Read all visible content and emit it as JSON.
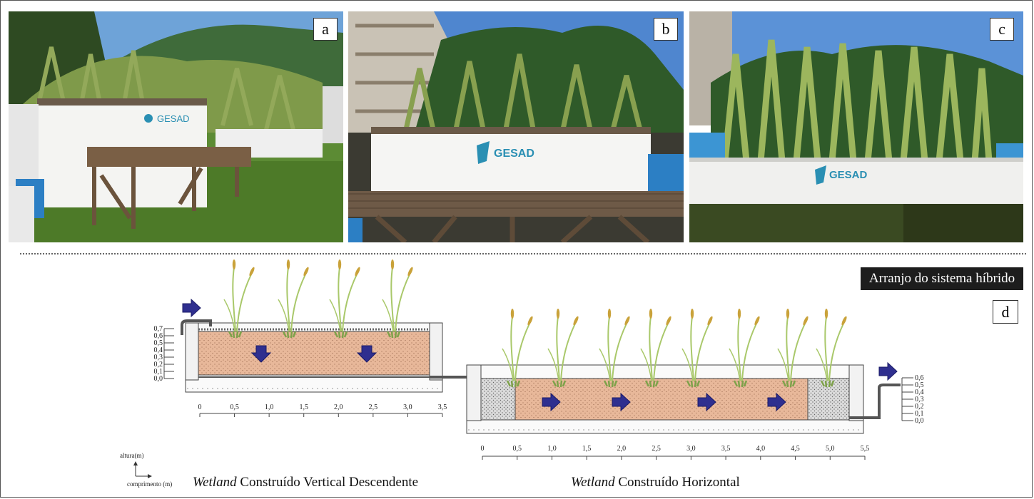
{
  "panels": {
    "a": {
      "letter": "a",
      "logo_text": "GESAD"
    },
    "b": {
      "letter": "b",
      "logo_text": "GESAD"
    },
    "c": {
      "letter": "c",
      "logo_text": "GESAD"
    },
    "d": {
      "letter": "d"
    }
  },
  "arrangement_label": "Arranjo do sistema híbrido",
  "vertical": {
    "caption_italic": "Wetland",
    "caption_rest": " Construído Vertical Descendente",
    "height_ticks": [
      "0,7",
      "0,6",
      "0,5",
      "0,4",
      "0,3",
      "0,2",
      "0,1",
      "0,0"
    ],
    "length_ticks": [
      "0",
      "0,5",
      "1,0",
      "1,5",
      "2,0",
      "2,5",
      "3,0",
      "3,5"
    ]
  },
  "horizontal": {
    "caption_italic": "Wetland",
    "caption_rest": " Construído Horizontal",
    "height_ticks": [
      "0,6",
      "0,5",
      "0,4",
      "0,3",
      "0,2",
      "0,1",
      "0,0"
    ],
    "length_ticks": [
      "0",
      "0,5",
      "1,0",
      "1,5",
      "2,0",
      "2,5",
      "3,0",
      "3,5",
      "4,0",
      "4,5",
      "5,0",
      "5,5"
    ]
  },
  "axes_legend": {
    "y_label": "altura(m)",
    "x_label": "comprimento (m)"
  },
  "colors": {
    "flow_arrow": "#2f2f8f",
    "substrate": "#e8b89a",
    "gravel": "#d9d9d9",
    "plant_stem": "#a9c86a",
    "plant_head": "#c9a23a",
    "logo": "#2a8fb3"
  }
}
